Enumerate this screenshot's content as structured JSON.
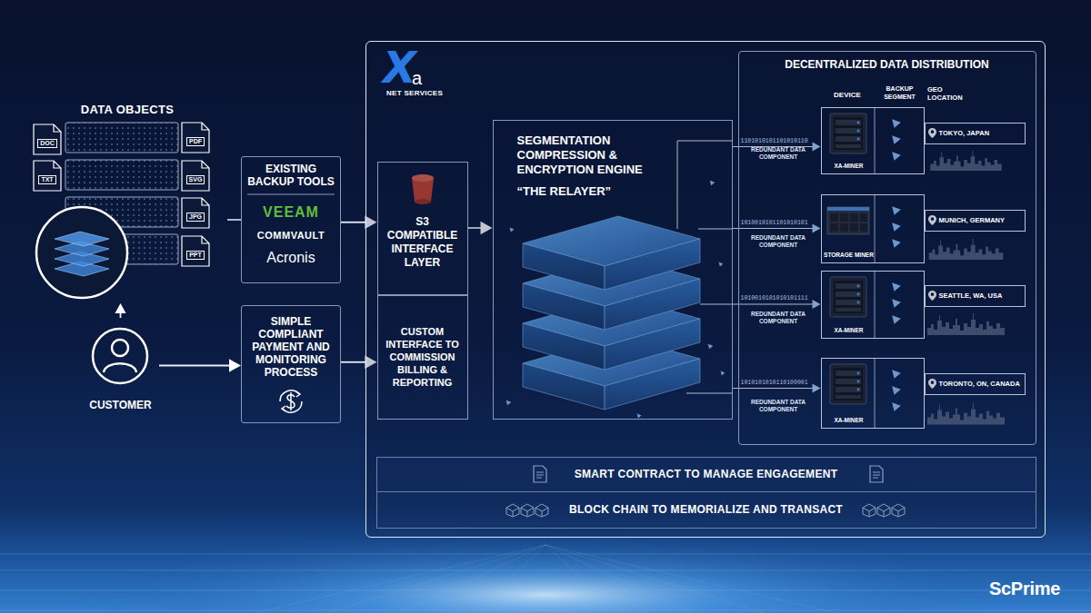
{
  "diagram": {
    "nodes": [
      {
        "text": [
          "DATA OBJECTS"
        ]
      },
      {
        "text": [
          "DOC"
        ],
        "in": 0
      },
      {
        "text": [
          "PDF"
        ],
        "in": 0
      },
      {
        "text": [
          "TXT"
        ],
        "in": 0
      },
      {
        "text": [
          "SVG"
        ],
        "in": 0
      },
      {
        "text": [
          "JPG"
        ],
        "in": 0
      },
      {
        "text": [
          "PPT"
        ],
        "in": 0
      },
      {
        "text": [
          "CUSTOMER"
        ]
      },
      {
        "text": [
          "EXISTING BACKUP TOOLS",
          "VEEAM",
          "COMMVAULT",
          "Acronis"
        ]
      },
      {
        "text": [
          "SIMPLE COMPLIANT PAYMENT AND MONITORING PROCESS"
        ]
      },
      {
        "text": [
          "X",
          "a",
          "NET SERVICES"
        ]
      },
      {
        "text": [
          "S3 COMPATIBLE INTERFACE LAYER"
        ],
        "in": 10
      },
      {
        "text": [
          "CUSTOM INTERFACE TO COMMISSION BILLING & REPORTING"
        ],
        "in": 10
      },
      {
        "text": [
          "SEGMENTATION COMPRESSION & ENCRYPTION ENGINE",
          "“THE RELAYER”"
        ],
        "in": 10
      },
      {
        "text": [
          "DECENTRALIZED DATA DISTRIBUTION"
        ],
        "in": 10
      },
      {
        "text": [
          "XA-MINER"
        ],
        "in": 14
      },
      {
        "text": [
          "TOKYO, JAPAN"
        ],
        "in": 14
      },
      {
        "text": [
          "STORAGE MINER"
        ],
        "in": 14
      },
      {
        "text": [
          "MUNICH, GERMANY"
        ],
        "in": 14
      },
      {
        "text": [
          "XA-MINER"
        ],
        "in": 14
      },
      {
        "text": [
          "SEATTLE, WA, USA"
        ],
        "in": 14
      },
      {
        "text": [
          "XA-MINER"
        ],
        "in": 14
      },
      {
        "text": [
          "TORONTO, ON, CANADA"
        ],
        "in": 14
      },
      {
        "text": [
          "SMART CONTRACT TO MANAGE ENGAGEMENT"
        ],
        "in": 10
      },
      {
        "text": [
          "BLOCK CHAIN TO MEMORIALIZE AND TRANSACT"
        ],
        "in": 10
      }
    ],
    "edges": [
      {
        "from": 7,
        "to": 0,
        "arrow": "to"
      },
      {
        "from": 0,
        "to": 8,
        "arrow": "none"
      },
      {
        "from": 8,
        "to": 11,
        "arrow": "to"
      },
      {
        "from": 7,
        "to": 9,
        "arrow": "to"
      },
      {
        "from": 9,
        "to": 12,
        "arrow": "to"
      },
      {
        "from": 11,
        "to": 13,
        "arrow": "to"
      },
      {
        "from": 13,
        "to": 15,
        "label": "1101010101101010110",
        "arrow": "to"
      },
      {
        "from": 13,
        "to": 17,
        "label": "1010010101101010101",
        "arrow": "to"
      },
      {
        "from": 13,
        "to": 19,
        "label": "1010010101010101111",
        "arrow": "to"
      },
      {
        "from": 13,
        "to": 21,
        "label": "1010101010110100001",
        "arrow": "to"
      }
    ],
    "labels": [
      "DEVICE",
      "BACKUP SEGMENT",
      "GEO LOCATION",
      "REDUNDANT DATA COMPONENT",
      "REDUNDANT DATA COMPONENT",
      "REDUNDANT DATA COMPONENT",
      "REDUNDANT DATA COMPONENT",
      "ScPrime"
    ]
  }
}
